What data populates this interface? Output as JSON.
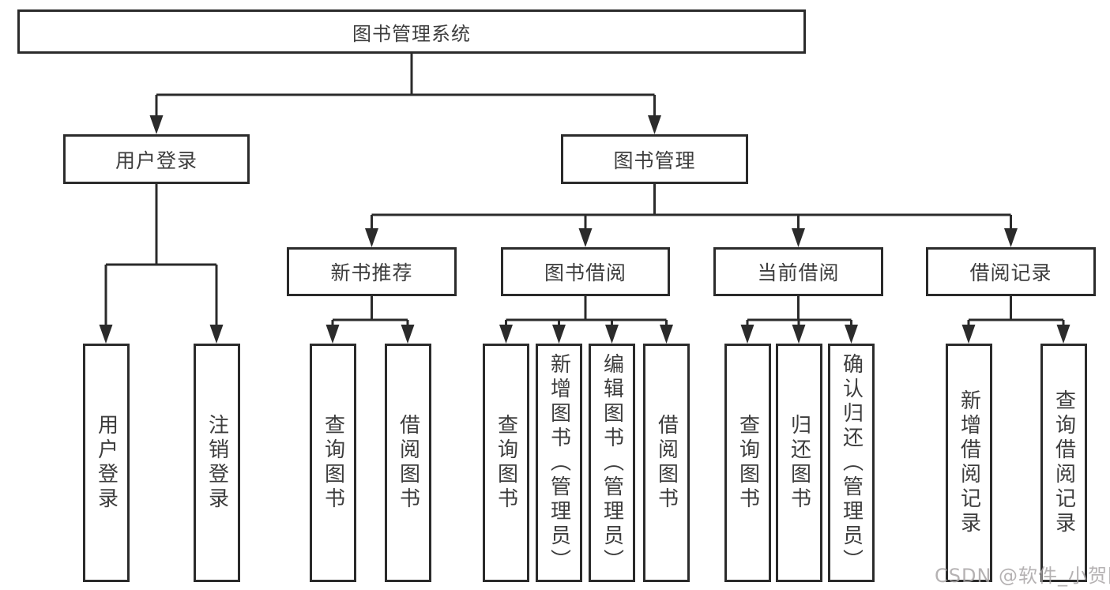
{
  "diagram": {
    "root": {
      "label": "图书管理系统"
    },
    "level2": [
      {
        "id": "user-login",
        "label": "用户登录"
      },
      {
        "id": "book-management",
        "label": "图书管理"
      }
    ],
    "level3": [
      {
        "id": "new-book-recommend",
        "label": "新书推荐"
      },
      {
        "id": "book-borrowing",
        "label": "图书借阅"
      },
      {
        "id": "current-borrowing",
        "label": "当前借阅"
      },
      {
        "id": "borrowing-records",
        "label": "借阅记录"
      }
    ],
    "leaves": [
      {
        "id": "user-login-leaf",
        "label": "用户登录"
      },
      {
        "id": "logout",
        "label": "注销登录"
      },
      {
        "id": "recommend-query-books",
        "label": "查询图书"
      },
      {
        "id": "recommend-borrow-books",
        "label": "借阅图书"
      },
      {
        "id": "borrowing-query-books",
        "label": "查询图书"
      },
      {
        "id": "borrowing-add-books",
        "label": "新增图书（管理员）"
      },
      {
        "id": "borrowing-edit-books",
        "label": "编辑图书（管理员）"
      },
      {
        "id": "borrowing-borrow-books",
        "label": "借阅图书"
      },
      {
        "id": "current-query-books",
        "label": "查询图书"
      },
      {
        "id": "current-return-books",
        "label": "归还图书"
      },
      {
        "id": "current-confirm-return",
        "label": "确认归还（管理员）"
      },
      {
        "id": "records-add-record",
        "label": "新增借阅记录"
      },
      {
        "id": "records-query-record",
        "label": "查询借阅记录"
      }
    ]
  },
  "watermark": {
    "text": "CSDN @软件_小贺同学"
  },
  "colors": {
    "line": "#2b2b2b",
    "text": "#3d3d3d",
    "background": "#ffffff",
    "watermark": "#a8a4a6"
  }
}
